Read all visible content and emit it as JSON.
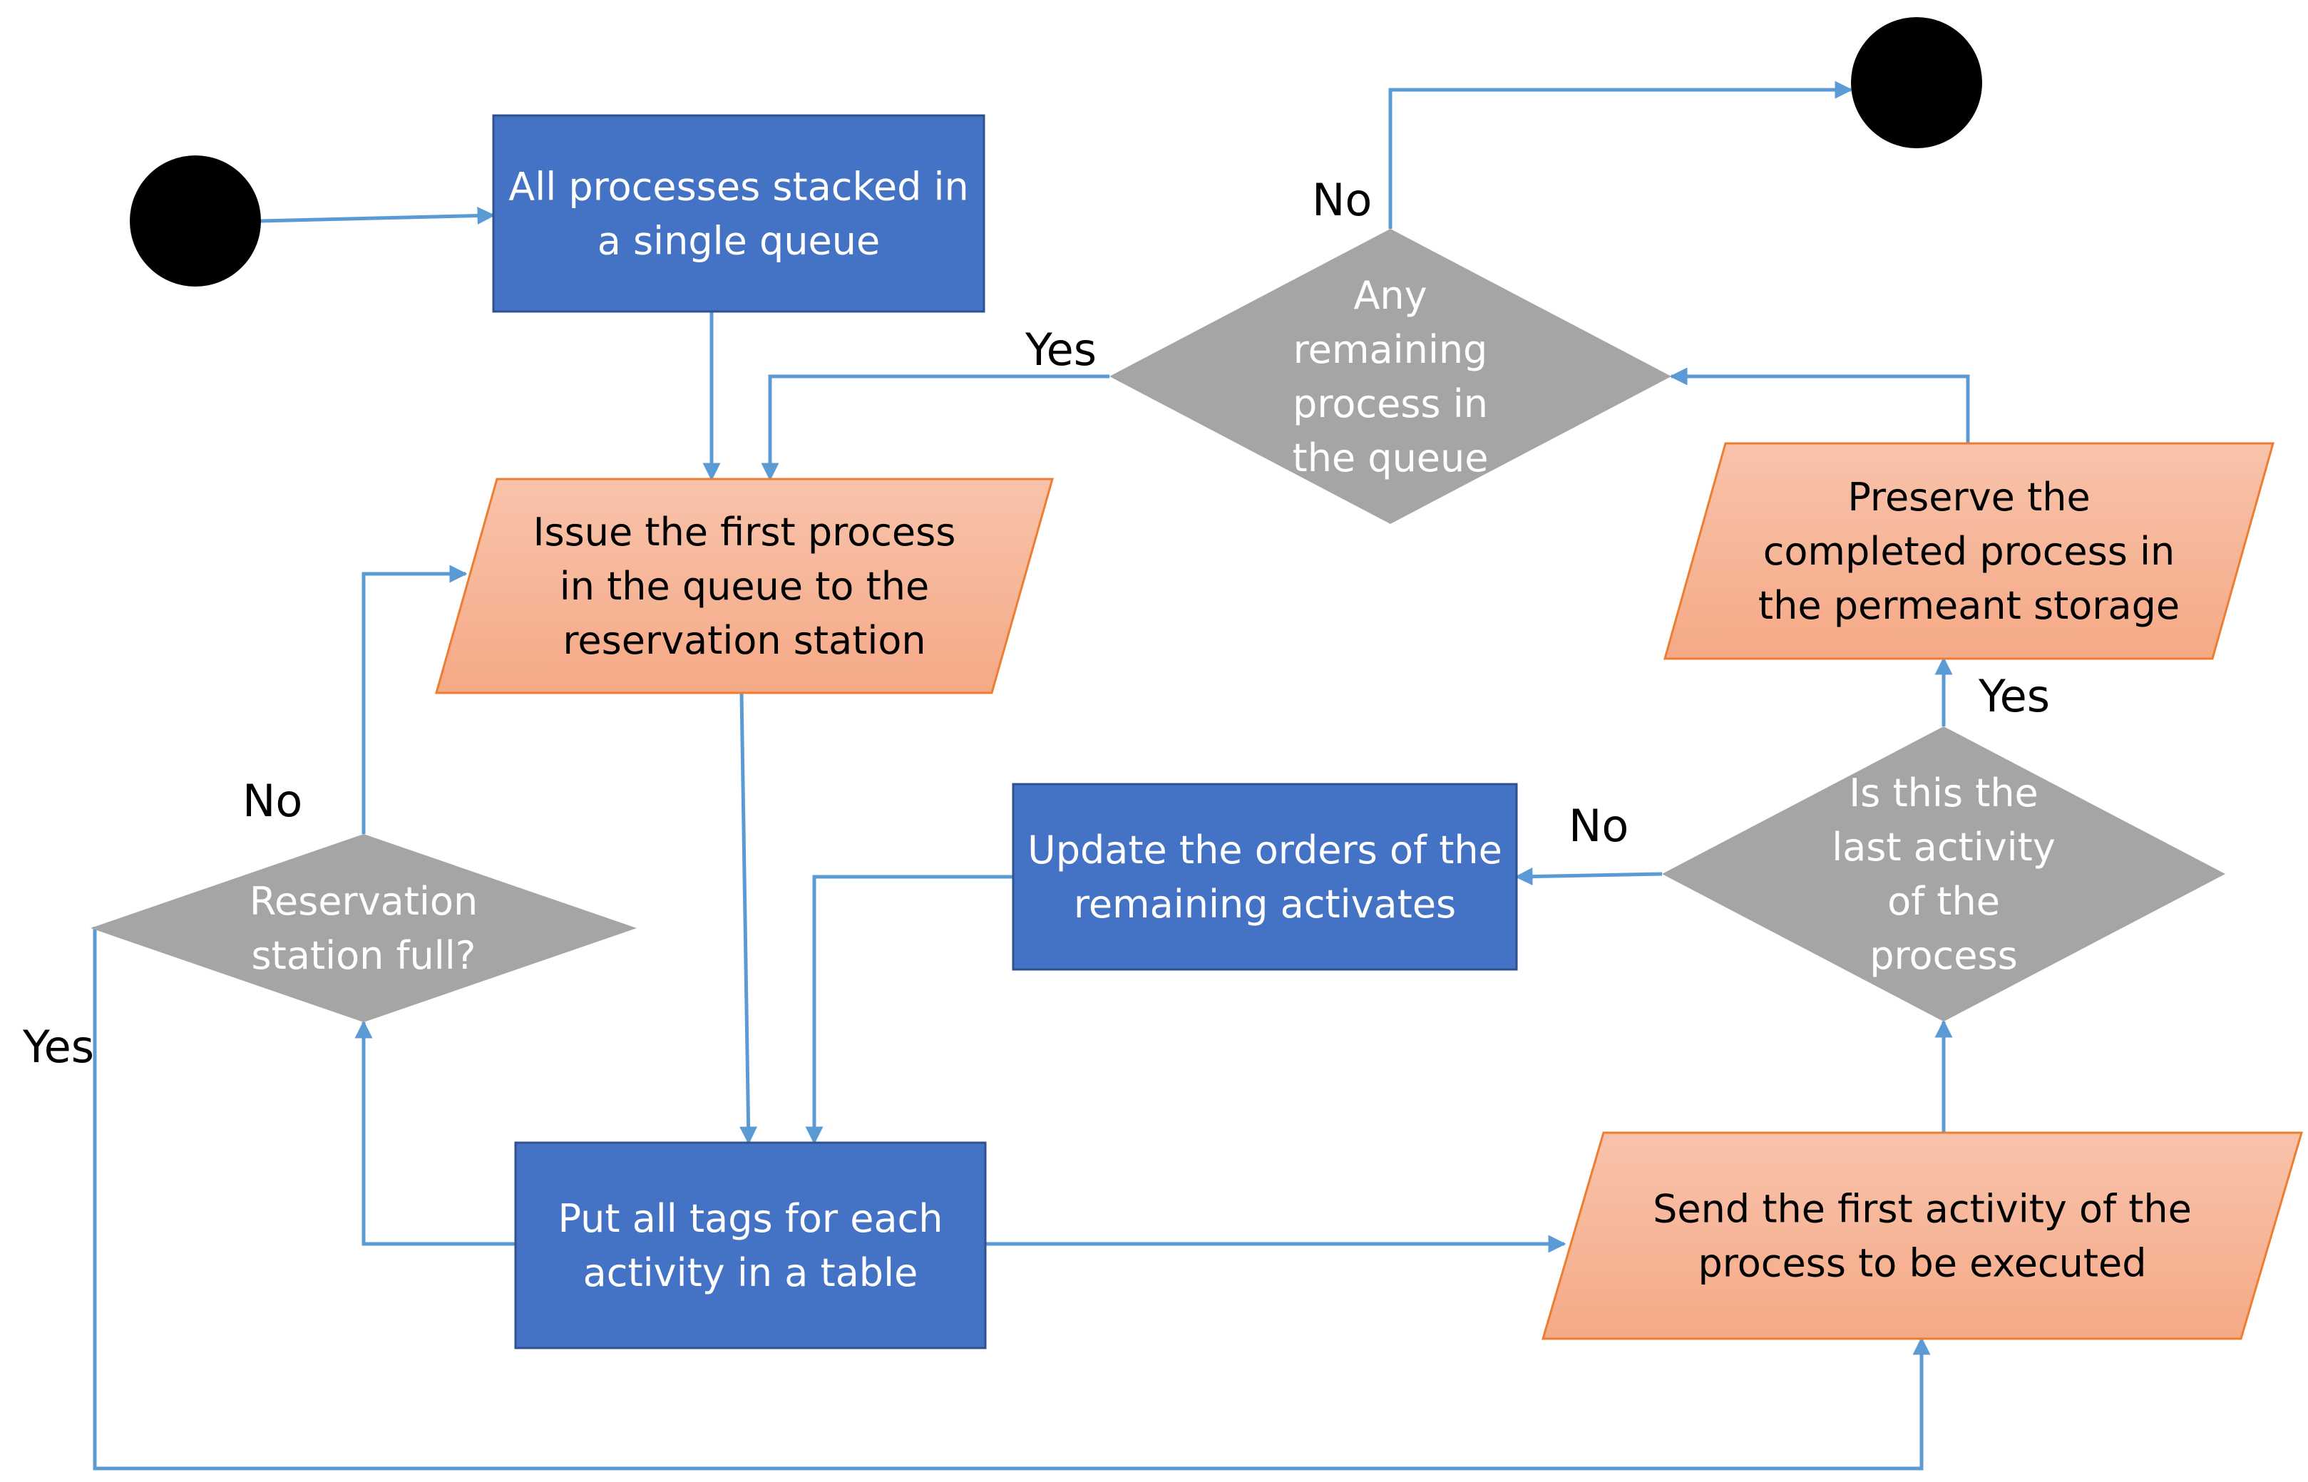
{
  "colors": {
    "process_fill": "#4472c4",
    "process_stroke": "#2f528f",
    "io_fill": "#f5a986",
    "io_fill_light": "#f8c3ab",
    "io_stroke": "#ed7d31",
    "decision_fill": "#a5a5a5",
    "terminal_fill": "#000000",
    "edge": "#5b9bd5",
    "light_text": "#ffffff",
    "dark_text": "#000000"
  },
  "nodes": [
    {
      "id": "start",
      "type": "terminal",
      "lines": []
    },
    {
      "id": "queue",
      "type": "process",
      "lines": [
        "All processes stacked in",
        "a single queue"
      ]
    },
    {
      "id": "issue",
      "type": "io",
      "lines": [
        "Issue the first process",
        "in the queue to the",
        "reservation station"
      ]
    },
    {
      "id": "tags",
      "type": "process",
      "lines": [
        "Put all tags for each",
        "activity in a table"
      ]
    },
    {
      "id": "full",
      "type": "decision",
      "lines": [
        "Reservation",
        "station full?"
      ]
    },
    {
      "id": "send",
      "type": "io",
      "lines": [
        "Send the first activity of the",
        "process to be executed"
      ]
    },
    {
      "id": "last",
      "type": "decision",
      "lines": [
        "Is this the",
        "last activity",
        "of the",
        "process"
      ]
    },
    {
      "id": "update",
      "type": "process",
      "lines": [
        "Update the orders of the",
        "remaining activates"
      ]
    },
    {
      "id": "preserve",
      "type": "io",
      "lines": [
        "Preserve the",
        "completed process in",
        "the permeant storage"
      ]
    },
    {
      "id": "remaining",
      "type": "decision",
      "lines": [
        "Any",
        "remaining",
        "process in",
        "the queue"
      ]
    },
    {
      "id": "end",
      "type": "terminal",
      "lines": []
    }
  ],
  "edges": [
    {
      "from": "start",
      "to": "queue",
      "label": ""
    },
    {
      "from": "queue",
      "to": "issue",
      "label": ""
    },
    {
      "from": "issue",
      "to": "tags",
      "label": ""
    },
    {
      "from": "tags",
      "to": "full",
      "label": ""
    },
    {
      "from": "full",
      "to": "issue",
      "label": "No"
    },
    {
      "from": "full",
      "to": "send",
      "label": "Yes"
    },
    {
      "from": "tags",
      "to": "send",
      "label": ""
    },
    {
      "from": "send",
      "to": "last",
      "label": ""
    },
    {
      "from": "last",
      "to": "update",
      "label": "No"
    },
    {
      "from": "update",
      "to": "tags",
      "label": ""
    },
    {
      "from": "last",
      "to": "preserve",
      "label": "Yes"
    },
    {
      "from": "preserve",
      "to": "remaining",
      "label": ""
    },
    {
      "from": "remaining",
      "to": "issue",
      "label": "Yes"
    },
    {
      "from": "remaining",
      "to": "end",
      "label": "No"
    }
  ]
}
